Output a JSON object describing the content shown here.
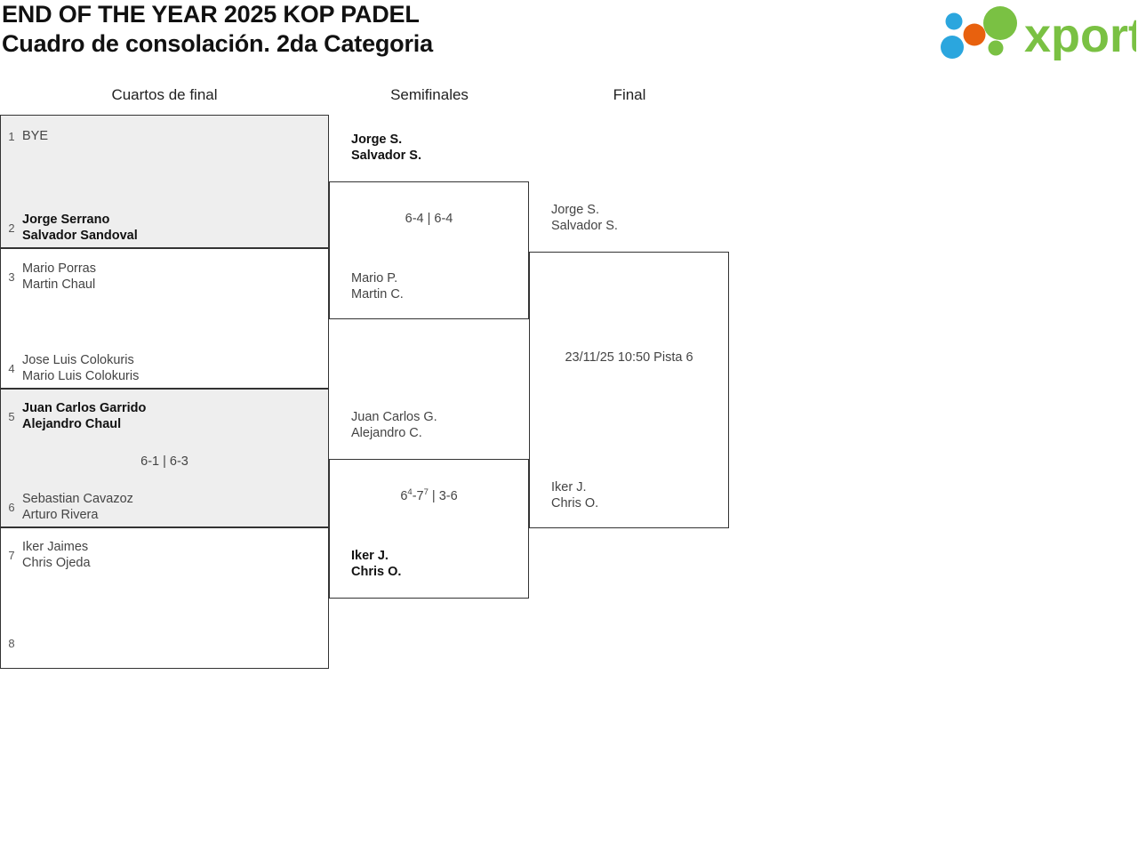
{
  "header": {
    "title_line1": "END OF THE YEAR 2025 KOP PADEL",
    "title_line2": "Cuadro de consolación. 2da Categoria",
    "logo_text": "xporty",
    "logo_colors": {
      "green": "#7AC143",
      "blue": "#2BA6DE",
      "orange": "#E8610E"
    }
  },
  "rounds": [
    {
      "label": "Cuartos de final"
    },
    {
      "label": "Semifinales"
    },
    {
      "label": "Final"
    }
  ],
  "bracket": {
    "quarterfinals": [
      {
        "shaded": true,
        "top": {
          "seed": "1",
          "line1": "BYE",
          "line2": "",
          "winner": false
        },
        "bottom": {
          "seed": "2",
          "line1": "Jorge Serrano",
          "line2": "Salvador Sandoval",
          "winner": true
        },
        "score": ""
      },
      {
        "shaded": false,
        "top": {
          "seed": "3",
          "line1": "Mario Porras",
          "line2": "Martin Chaul",
          "winner": false
        },
        "bottom": {
          "seed": "4",
          "line1": "Jose Luis Colokuris",
          "line2": "Mario Luis Colokuris",
          "winner": false
        },
        "score": ""
      },
      {
        "shaded": true,
        "top": {
          "seed": "5",
          "line1": "Juan Carlos Garrido",
          "line2": "Alejandro Chaul",
          "winner": true
        },
        "bottom": {
          "seed": "6",
          "line1": "Sebastian Cavazoz",
          "line2": "Arturo Rivera",
          "winner": false
        },
        "score": "6-1 | 6-3"
      },
      {
        "shaded": false,
        "top": {
          "seed": "7",
          "line1": "Iker Jaimes",
          "line2": "Chris Ojeda",
          "winner": false
        },
        "bottom": {
          "seed": "8",
          "line1": "",
          "line2": "",
          "winner": false
        },
        "score": ""
      }
    ],
    "semifinals": [
      {
        "top": {
          "line1": "Jorge S.",
          "line2": "Salvador S.",
          "winner": true
        },
        "bottom": {
          "line1": "Mario P.",
          "line2": "Martin C.",
          "winner": false
        },
        "score_html": "6-4 | 6-4"
      },
      {
        "top": {
          "line1": "Juan Carlos G.",
          "line2": "Alejandro C.",
          "winner": false
        },
        "bottom": {
          "line1": "Iker J.",
          "line2": "Chris O.",
          "winner": true
        },
        "score_html": "6<sup>4</sup>-7<sup>7</sup> | 3-6"
      }
    ],
    "final": [
      {
        "top": {
          "line1": "Jorge S.",
          "line2": "Salvador S.",
          "winner": false
        },
        "bottom": {
          "line1": "Iker J.",
          "line2": "Chris O.",
          "winner": false
        },
        "schedule": "23/11/25 10:50 Pista 6"
      }
    ]
  }
}
